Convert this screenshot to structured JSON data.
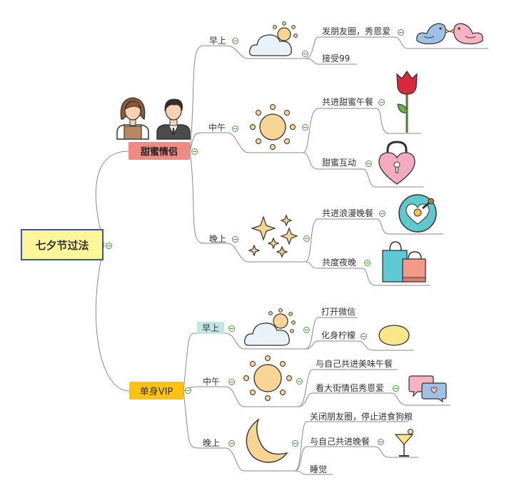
{
  "root": {
    "label": "七夕节过法"
  },
  "lovers": {
    "label": "甜蜜情侣",
    "morning": {
      "label": "早上",
      "items": [
        "发朋友圈，秀恩爱",
        "接受99"
      ]
    },
    "noon": {
      "label": "中午",
      "items": [
        "共进甜蜜午餐",
        "甜蜜互动"
      ]
    },
    "evening": {
      "label": "晚上",
      "items": [
        "共进浪漫晚餐",
        "共度夜晚"
      ]
    }
  },
  "single": {
    "label": "单身VIP",
    "morning": {
      "label": "早上",
      "items": [
        "打开微信",
        "化身柠檬"
      ]
    },
    "noon": {
      "label": "中午",
      "items": [
        "与自己共进美味午餐",
        "看大街情侣秀恩爱"
      ]
    },
    "evening": {
      "label": "晚上",
      "items": [
        "关闭朋友圈，停止进食狗粮",
        "与自己共进晚餐",
        "睡觉"
      ]
    }
  },
  "colors": {
    "root_fill": "#fff59a",
    "root_border": "#3a57a0",
    "lovers_fill": "#f08a85",
    "single_fill": "#ffc20e",
    "collapse": "#4c9a3b",
    "line": "#8a8a8a"
  },
  "icons": [
    "couple-icon",
    "cloud-sun-icon",
    "birds-icon",
    "sun-icon",
    "rose-icon",
    "heart-lock-icon",
    "stars-icon",
    "fried-egg-icon",
    "shopping-bags-icon",
    "lemon-icon",
    "chat-bubbles-icon",
    "moon-icon",
    "cocktail-icon"
  ]
}
